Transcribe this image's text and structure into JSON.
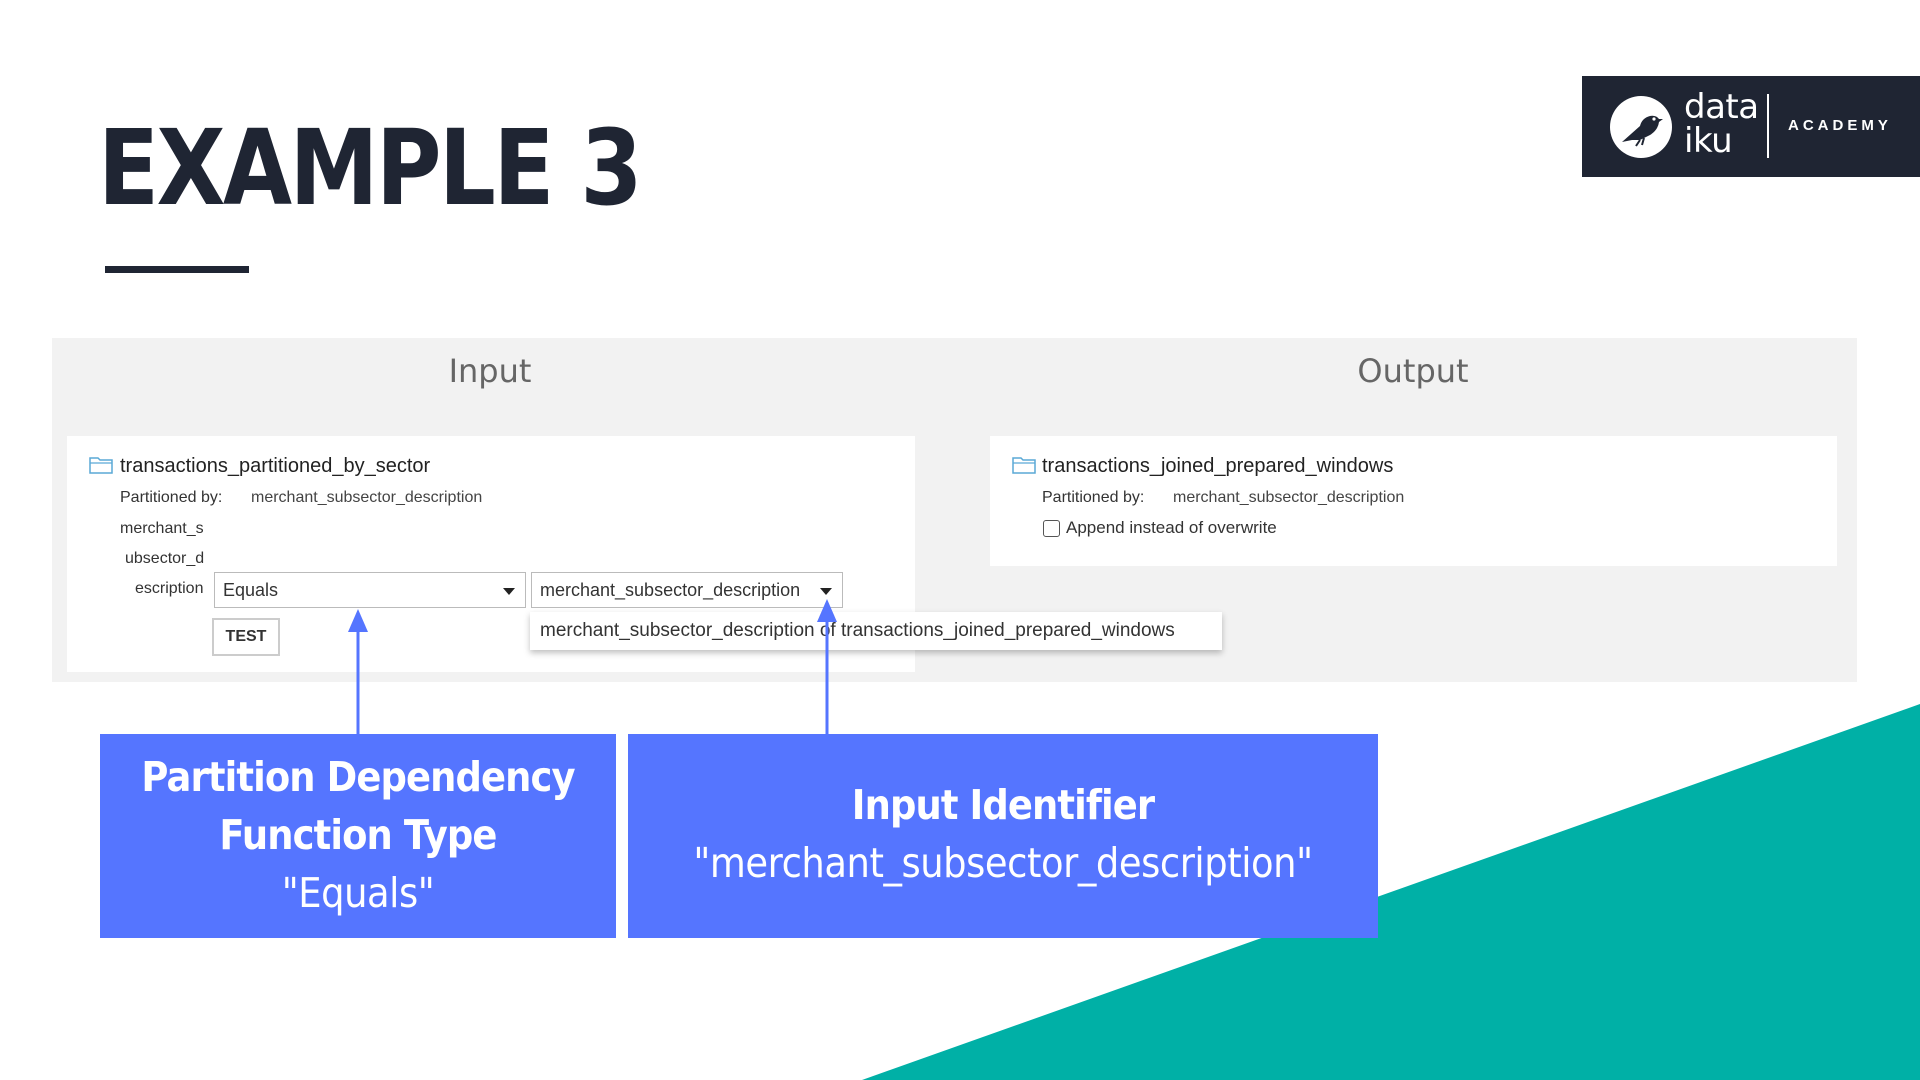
{
  "slide": {
    "title": "EXAMPLE 3"
  },
  "logo": {
    "word_line1": "data",
    "word_line2": "iku",
    "academy": "ACADEMY"
  },
  "colors": {
    "dark": "#1f2533",
    "teal": "#00b0a6",
    "callout": "#5575ff",
    "panel": "#f2f2f2"
  },
  "input": {
    "heading": "Input",
    "dataset": "transactions_partitioned_by_sector",
    "partitioned_by_label": "Partitioned by:",
    "partitioned_by_value": "merchant_subsector_description",
    "dimension_lines": [
      "merchant_s",
      "ubsector_d",
      "escription"
    ],
    "function_select": "Equals",
    "identifier_select": "merchant_subsector_description",
    "test_button": "TEST",
    "dropdown_option": "merchant_subsector_description of transactions_joined_prepared_windows"
  },
  "output": {
    "heading": "Output",
    "dataset": "transactions_joined_prepared_windows",
    "partitioned_by_label": "Partitioned by:",
    "partitioned_by_value": "merchant_subsector_description",
    "append_label": "Append instead of overwrite",
    "append_checked": false
  },
  "callouts": {
    "left": {
      "title_line1": "Partition Dependency",
      "title_line2": "Function Type",
      "value": "\"Equals\""
    },
    "right": {
      "title": "Input Identifier",
      "value": "\"merchant_subsector_description\""
    }
  },
  "icons": {
    "folder": "folder-icon",
    "bird": "dataiku-bird-icon",
    "caret": "caret-down-icon",
    "arrow": "arrow-up-icon"
  }
}
